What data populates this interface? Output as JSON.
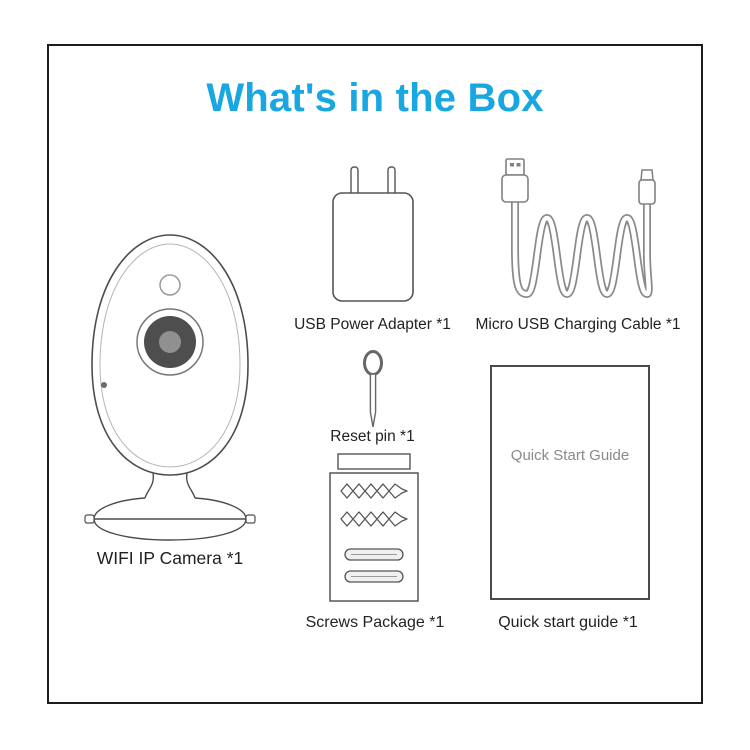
{
  "page": {
    "title": "What's in the Box",
    "title_style": "color:#18a7e0",
    "accent_color": "#18a7e0",
    "line_art_color": "#4d4d4d"
  },
  "items": {
    "camera": {
      "label": "WIFI IP Camera *1"
    },
    "usb_power_adapter": {
      "label": "USB Power Adapter *1"
    },
    "micro_usb_cable": {
      "label": "Micro USB Charging Cable *1"
    },
    "reset_pin": {
      "label": "Reset pin *1"
    },
    "screws_package": {
      "label": "Screws Package *1"
    },
    "quick_start_guide": {
      "label": "Quick start guide *1",
      "cover_text": "Quick Start Guide"
    }
  }
}
